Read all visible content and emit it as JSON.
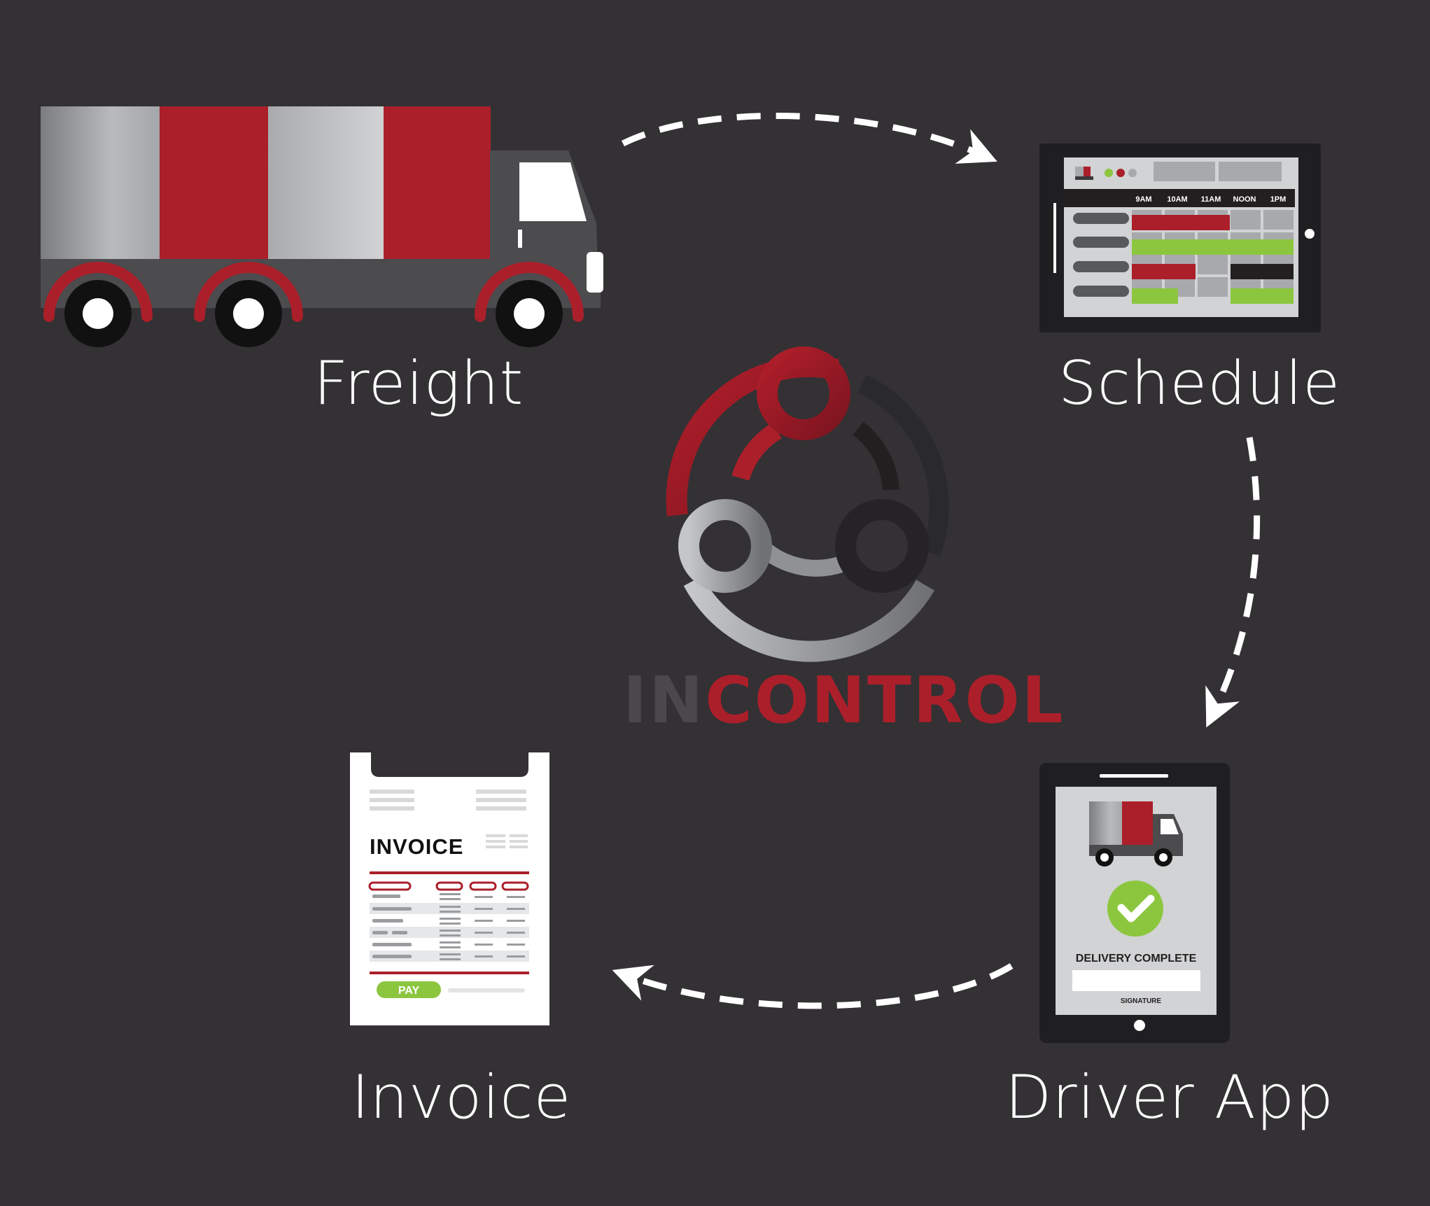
{
  "steps": {
    "freight": "Freight",
    "schedule": "Schedule",
    "driver_app": "Driver App",
    "invoice": "Invoice"
  },
  "brand": {
    "prefix": "IN",
    "suffix": "CONTROL"
  },
  "schedule_screen": {
    "times": [
      "9AM",
      "10AM",
      "11AM",
      "NOON",
      "1PM"
    ]
  },
  "driver_screen": {
    "status": "DELIVERY COMPLETE",
    "signature_label": "SIGNATURE"
  },
  "invoice_doc": {
    "title": "INVOICE",
    "pay_label": "PAY"
  },
  "colors": {
    "background": "#333134",
    "red": "#ab1f2a",
    "green": "#8cc63f",
    "gray": "#a7a9ac",
    "dark": "#231f20",
    "white": "#ffffff"
  },
  "icons": [
    "truck-icon",
    "tablet-schedule-icon",
    "phone-driver-icon",
    "invoice-icon",
    "incontrol-logo-icon",
    "checkmark-icon"
  ]
}
